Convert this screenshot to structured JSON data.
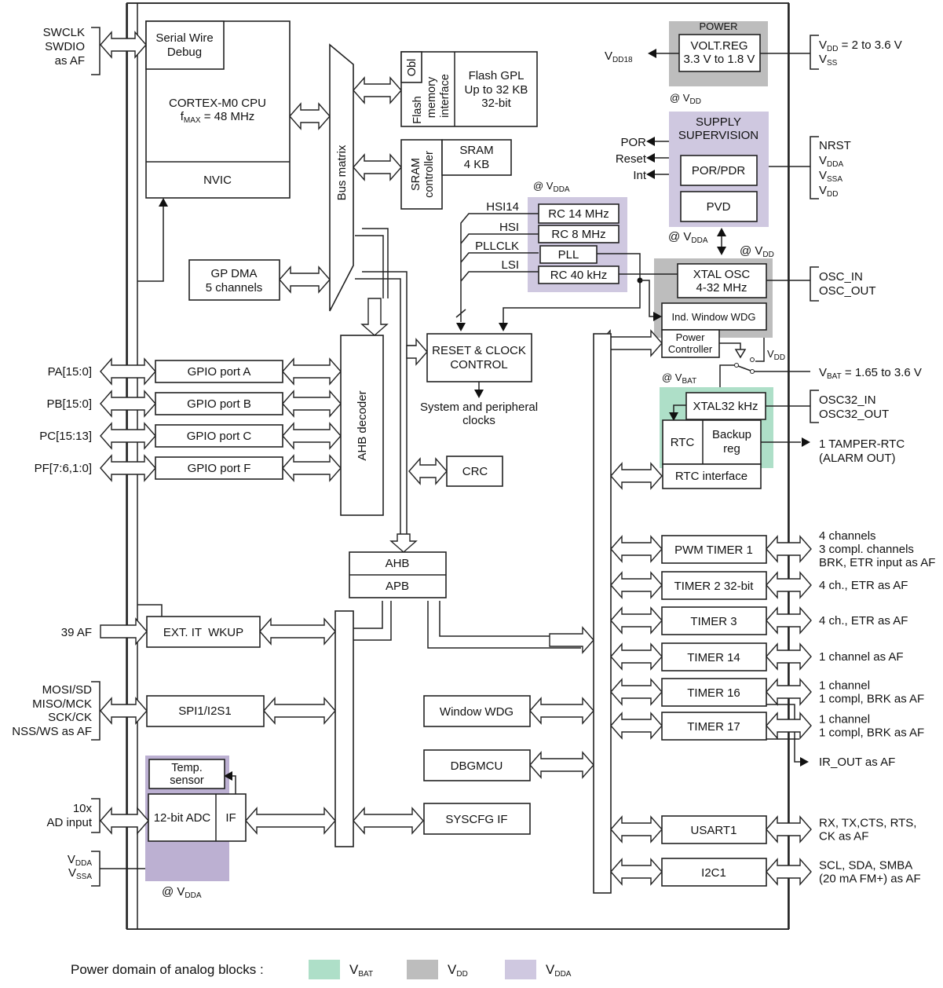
{
  "colors": {
    "vbat": "#aedfc8",
    "vdd": "#bdbdbd",
    "vdda": "#cfc8e0",
    "vdda_adc": "#bcb0d2",
    "line": "#222222"
  },
  "core": {
    "swd": [
      "Serial Wire",
      "Debug"
    ],
    "cpu": [
      "CORTEX-M0 CPU"
    ],
    "fmax_prefix": "f",
    "fmax_sub": "MAX",
    "fmax_value": " = 48 MHz",
    "nvic": "NVIC",
    "swd_pins": [
      "SWCLK",
      "SWDIO",
      "as AF"
    ]
  },
  "bus_matrix": "Bus matrix",
  "flash": {
    "obl": "Obl",
    "interface": [
      "Flash",
      "memory",
      "interface"
    ],
    "main": [
      "Flash GPL",
      "Up to 32 KB",
      "32-bit"
    ]
  },
  "sram": {
    "controller": [
      "SRAM",
      "controller"
    ],
    "main": [
      "SRAM",
      "4 KB"
    ]
  },
  "gpdma": [
    "GP DMA",
    "5 channels"
  ],
  "power": {
    "title": "POWER",
    "regulator": [
      "VOLT.REG",
      "3.3 V to 1.8 V"
    ],
    "vdd18": {
      "main": "V",
      "sub": "DD18"
    },
    "at_vdd": {
      "main": "@ V",
      "sub": "DD"
    },
    "supply_pins": [
      {
        "main": "V",
        "sub": "DD",
        "rest": " = 2 to 3.6 V"
      },
      {
        "main": "V",
        "sub": "SS",
        "rest": ""
      }
    ]
  },
  "supervision": {
    "title": [
      "SUPPLY",
      "SUPERVISION"
    ],
    "por_pdr": "POR/PDR",
    "pvd": "PVD",
    "outputs": [
      "POR",
      "Reset",
      "Int"
    ],
    "at_vdda": {
      "main": "@ V",
      "sub": "DDA"
    },
    "pins": [
      {
        "main": "NRST",
        "sub": ""
      },
      {
        "main": "V",
        "sub": "DDA"
      },
      {
        "main": "V",
        "sub": "SSA"
      },
      {
        "main": "V",
        "sub": "DD"
      }
    ]
  },
  "oscillators": {
    "at_vdda": {
      "main": "@ V",
      "sub": "DDA"
    },
    "items": [
      "RC 14 MHz",
      "RC 8 MHz",
      "PLL",
      "RC 40 kHz"
    ],
    "signals": [
      "HSI14",
      "HSI",
      "PLLCLK",
      "LSI"
    ]
  },
  "rcc": {
    "label": [
      "RESET & CLOCK",
      "CONTROL"
    ],
    "output": [
      "System and peripheral",
      "clocks"
    ]
  },
  "xtal": {
    "at_vdd": {
      "main": "@ V",
      "sub": "DD"
    },
    "osc": [
      "XTAL OSC",
      "4-32 MHz"
    ],
    "iwdg": "Ind. Window WDG",
    "pins": [
      "OSC_IN",
      "OSC_OUT"
    ]
  },
  "power_controller": [
    "Power",
    "Controller"
  ],
  "vdd_switch": {
    "main": "V",
    "sub": "DD"
  },
  "vbat": {
    "main": "V",
    "sub": "BAT",
    "rest": " = 1.65 to 3.6 V"
  },
  "rtc_domain": {
    "at_vbat": {
      "main": "@ V",
      "sub": "BAT"
    },
    "xtal32": "XTAL32 kHz",
    "rtc": "RTC",
    "backup": [
      "Backup",
      "reg"
    ],
    "interface": "RTC interface",
    "pins32": [
      "OSC32_IN",
      "OSC32_OUT"
    ],
    "tamper": [
      "1 TAMPER-RTC",
      "(ALARM OUT)"
    ]
  },
  "gpio": [
    {
      "pins": "PA[15:0]",
      "label": "GPIO port A"
    },
    {
      "pins": "PB[15:0]",
      "label": "GPIO port B"
    },
    {
      "pins": "PC[15:13]",
      "label": "GPIO port C"
    },
    {
      "pins": "PF[7:6,1:0]",
      "label": "GPIO port F"
    }
  ],
  "ahb_decoder": "AHB decoder",
  "crc": "CRC",
  "bridge": {
    "ahb": "AHB",
    "apb": "APB"
  },
  "exti": {
    "label": "EXT. IT  WKUP",
    "pins": "39 AF"
  },
  "spi": {
    "label": "SPI1/I2S1",
    "pins": [
      "MOSI/SD",
      "MISO/MCK",
      "SCK/CK",
      "NSS/WS as AF"
    ]
  },
  "adc": {
    "temp": [
      "Temp.",
      "sensor"
    ],
    "adc": "12-bit ADC",
    "if": "IF",
    "pins": [
      "10x",
      "AD input"
    ],
    "supply": [
      {
        "main": "V",
        "sub": "DDA"
      },
      {
        "main": "V",
        "sub": "SSA"
      }
    ],
    "at_vdda": {
      "main": "@ V",
      "sub": "DDA"
    }
  },
  "apb_left_blocks": [
    "Window WDG",
    "DBGMCU",
    "SYSCFG IF"
  ],
  "timers": [
    {
      "label": "PWM TIMER 1",
      "pins": [
        "4 channels",
        "3 compl. channels",
        "BRK, ETR input as AF"
      ]
    },
    {
      "label": "TIMER 2 32-bit",
      "pins": [
        "4 ch., ETR as AF"
      ]
    },
    {
      "label": "TIMER 3",
      "pins": [
        "4 ch., ETR as AF"
      ]
    },
    {
      "label": "TIMER 14",
      "pins": [
        "1 channel as AF"
      ]
    },
    {
      "label": "TIMER 16",
      "pins": [
        "1 channel",
        "1 compl, BRK as AF"
      ]
    },
    {
      "label": "TIMER 17",
      "pins": [
        "1 channel",
        "1 compl, BRK as AF"
      ]
    }
  ],
  "ir_out": "IR_OUT as AF",
  "usart": {
    "label": "USART1",
    "pins": [
      "RX, TX,CTS, RTS,",
      "CK as AF"
    ]
  },
  "i2c": {
    "label": "I2C1",
    "pins": [
      "SCL, SDA, SMBA",
      "(20 mA FM+) as AF"
    ]
  },
  "legend": {
    "title": "Power domain of analog blocks :",
    "items": [
      {
        "main": "V",
        "sub": "BAT",
        "color": "#aedfc8"
      },
      {
        "main": "V",
        "sub": "DD",
        "color": "#bdbdbd"
      },
      {
        "main": "V",
        "sub": "DDA",
        "color": "#cfc8e0"
      }
    ]
  }
}
